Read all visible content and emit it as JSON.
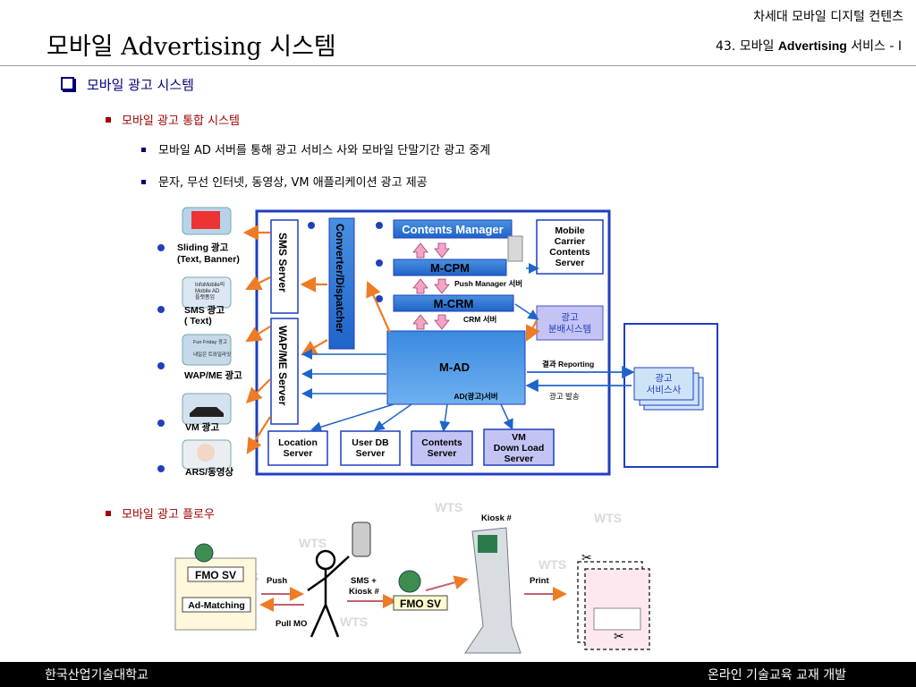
{
  "header": {
    "title": "모바일 Advertising 시스템",
    "top_right": "차세대 모바일 디지털 컨텐츠",
    "sub_num": "43. 모바일 ",
    "sub_bold": "Advertising",
    "sub_rest": " 서비스 - I"
  },
  "outline": {
    "heading": "모바일 광고 시스템",
    "section1": "모바일 광고 통합 시스템",
    "bullet1": "모바일 AD 서버를 통해 광고 서비스 사와 모바일 단말기간 광고 중계",
    "bullet2": "문자, 무선 인터넷, 동영상, VM 애플리케이션 광고 제공",
    "section2": "모바일 광고 플로우"
  },
  "diagram": {
    "ad_types": [
      {
        "label1": "Sliding 광고",
        "label2": "(Text, Banner)"
      },
      {
        "label1": "SMS 광고",
        "label2": "( Text)"
      },
      {
        "label1": "WAP/ME 광고",
        "label2": ""
      },
      {
        "label1": "VM 광고",
        "label2": ""
      },
      {
        "label1": "ARS/동영상",
        "label2": ""
      }
    ],
    "phone_screen_texts": [
      "InfoMobile의",
      "Mobile AD",
      "플랫폼입",
      "Fun Friday 광고",
      "내일은 트와일라잇"
    ],
    "sms_server": "SMS Server",
    "wap_server": "WAP/ME Server",
    "converter": "Converter/Dispatcher",
    "contents_manager": "Contents Manager",
    "mcpm": "M-CPM",
    "push_manager": "Push Manager 서버",
    "mcrm": "M-CRM",
    "crm_server": "CRM 서버",
    "mad": "M-AD",
    "ad_server": "AD(광고)서버",
    "mobile_carrier": [
      "Mobile",
      "Carrier",
      "Contents",
      "Server"
    ],
    "ad_dist": [
      "광고",
      "분배시스템"
    ],
    "bottom_servers": [
      [
        "Location",
        "Server"
      ],
      [
        "User DB",
        "Server"
      ],
      [
        "Contents",
        "Server"
      ],
      [
        "VM",
        "Down Load",
        "Server"
      ]
    ],
    "result_reporting": "결과 Reporting",
    "ad_dispatch": "광고 발송",
    "ad_service_co": [
      "광고",
      "서비스사"
    ]
  },
  "flow": {
    "fmo_sv": "FMO SV",
    "ad_matching": "Ad-Matching",
    "push": "Push",
    "pull_mo": "Pull MO",
    "sms_kiosk": [
      "SMS +",
      "Kiosk #"
    ],
    "kiosk": "Kiosk #",
    "print": "Print",
    "fmo_sv2": "FMO SV",
    "watermark": "WTS"
  },
  "footer": {
    "left": "한국산업기술대학교",
    "right": "온라인 기술교육 교재 개발"
  },
  "colors": {
    "accent_blue": "#00007a",
    "box_blue": "#1f64c8",
    "light_blue_fill": "#cfe3f7",
    "lavender": "#c4c4f4",
    "orange_arrow": "#ee7b25",
    "pink_arrow": "#f5a3c7",
    "footer_bg": "#000000"
  }
}
